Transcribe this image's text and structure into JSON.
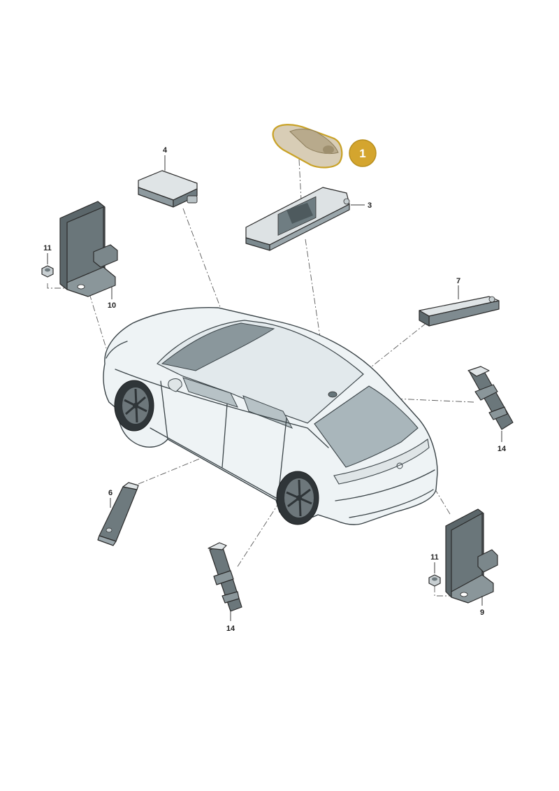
{
  "diagram": {
    "callouts": {
      "c1": "1",
      "c3": "3",
      "c4": "4",
      "c6": "6",
      "c7": "7",
      "c9": "9",
      "c10": "10",
      "c11_left": "11",
      "c11_right": "11",
      "c14_right": "14",
      "c14_bottom": "14"
    },
    "highlight": {
      "part": "1",
      "fill_color": "#d4a52e",
      "outline_color": "#c9a227"
    }
  }
}
